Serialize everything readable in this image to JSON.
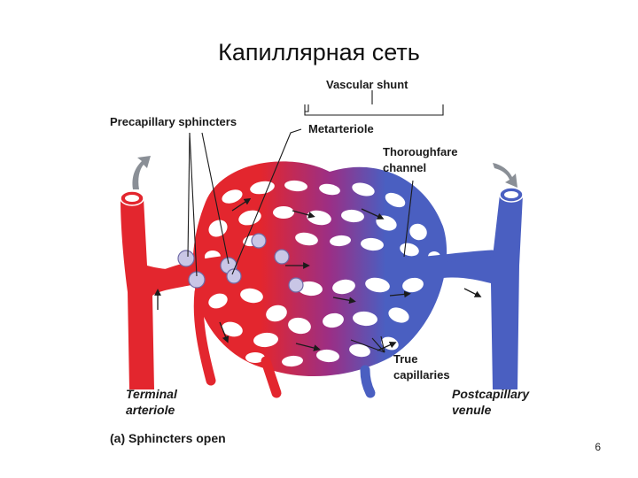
{
  "slide": {
    "title": "Капиллярная сеть",
    "page_number": "6"
  },
  "figure": {
    "labels": {
      "vascular_shunt": "Vascular shunt",
      "precapillary_sphincters": "Precapillary sphincters",
      "metarteriole": "Metarteriole",
      "thoroughfare_1": "Thoroughfare",
      "thoroughfare_2": "channel",
      "true_1": "True",
      "true_2": "capillaries",
      "terminal_1": "Terminal",
      "terminal_2": "arteriole",
      "postcap_1": "Postcapillary",
      "postcap_2": "venule",
      "caption": "(a) Sphincters open"
    },
    "colors": {
      "arterial": "#e3262e",
      "venous": "#4a5fc1",
      "sphincter": "#c9c6e6",
      "arrow": "#7a7f86"
    }
  }
}
